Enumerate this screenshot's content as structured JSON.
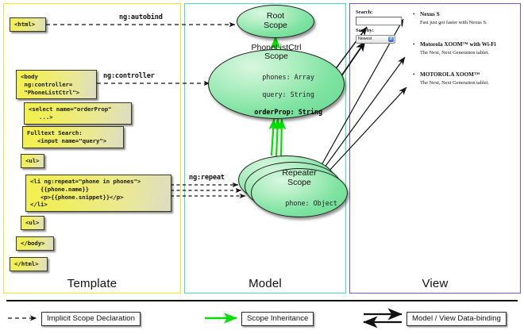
{
  "columns": [
    {
      "key": "template",
      "label": "Template",
      "border_color": "#f2e81e"
    },
    {
      "key": "model",
      "label": "Model",
      "border_color": "#3fe8a6"
    },
    {
      "key": "view",
      "label": "View",
      "border_color": "#6a5bdc"
    }
  ],
  "template": {
    "boxes": [
      {
        "name": "html-open-tag",
        "text": "<html>"
      },
      {
        "name": "body-controller-tag",
        "text": "<body\n ng:controller=\n \"PhoneListCtrl\">"
      },
      {
        "name": "select-orderprop-tag",
        "text": "<select name=\"orderProp\"\n   ...>"
      },
      {
        "name": "fulltext-search-input",
        "text": "Fulltext Search:\n   <input name=\"query\">"
      },
      {
        "name": "ul-open-tag",
        "text": "<ul>"
      },
      {
        "name": "li-ngrepeat-tag",
        "text": "<li ng:repeat=\"phone in phones\">\n   {{phone.name}}\n   <p>{{phone.snippet}}</p>\n</li>"
      },
      {
        "name": "ul-close-tag",
        "text": "<ul>"
      },
      {
        "name": "body-close-tag",
        "text": "</body>"
      },
      {
        "name": "html-close-tag",
        "text": "</html>"
      }
    ]
  },
  "model": {
    "scopes": [
      {
        "name": "root-scope",
        "title_line1": "Root",
        "title_line2": "Scope",
        "props": []
      },
      {
        "name": "phonelistctrl-scope",
        "title_line1": "PhoneListCtrl",
        "title_line2": "Scope",
        "props": [
          {
            "text": "phones: Array",
            "bold": false
          },
          {
            "text": "query: String",
            "bold": false
          },
          {
            "text": "orderProp: String",
            "bold": true
          }
        ]
      },
      {
        "name": "repeater-scope",
        "title_line1": "Repeater",
        "title_line2": "Scope",
        "props": [
          {
            "text": "phone: Object",
            "bold": false
          }
        ]
      }
    ]
  },
  "view": {
    "search_label": "Search:",
    "search_value": "",
    "sort_label": "Sort by:",
    "sort_selected": "Newest",
    "sort_options": [
      "Newest"
    ],
    "phones": [
      {
        "name": "Nexus S",
        "snippet": "Fast just got faster with Nexus S."
      },
      {
        "name": "Motorola XOOM™ with Wi-Fi",
        "snippet": "The Next, Next Generation tablet."
      },
      {
        "name": "MOTOROLA XOOM™",
        "snippet": "The Next, Next Generation tablet."
      }
    ]
  },
  "connectors": [
    {
      "name": "ng-autobind-label",
      "text": "ng:autobind"
    },
    {
      "name": "ng-controller-label",
      "text": "ng:controller"
    },
    {
      "name": "ng-repeat-label",
      "text": "ng:repeat"
    }
  ],
  "legend": [
    {
      "name": "legend-implicit-scope-declaration",
      "label": "Implicit Scope Declaration",
      "arrow": "dashed-arrow",
      "color": "#111111"
    },
    {
      "name": "legend-scope-inheritance",
      "label": "Scope Inheritance",
      "arrow": "green-arrow",
      "color": "#00e000"
    },
    {
      "name": "legend-model-view-data-binding",
      "label": "Model / View Data-binding",
      "arrow": "double-arrow",
      "color": "#111111"
    }
  ],
  "colors": {
    "template_border": "#f2e81e",
    "model_border": "#3fe8a6",
    "view_border": "#6a5bdc",
    "scope_green": "#7fe3a2",
    "box_yellow": "#f2ef4d",
    "inheritance_green": "#00e000"
  }
}
